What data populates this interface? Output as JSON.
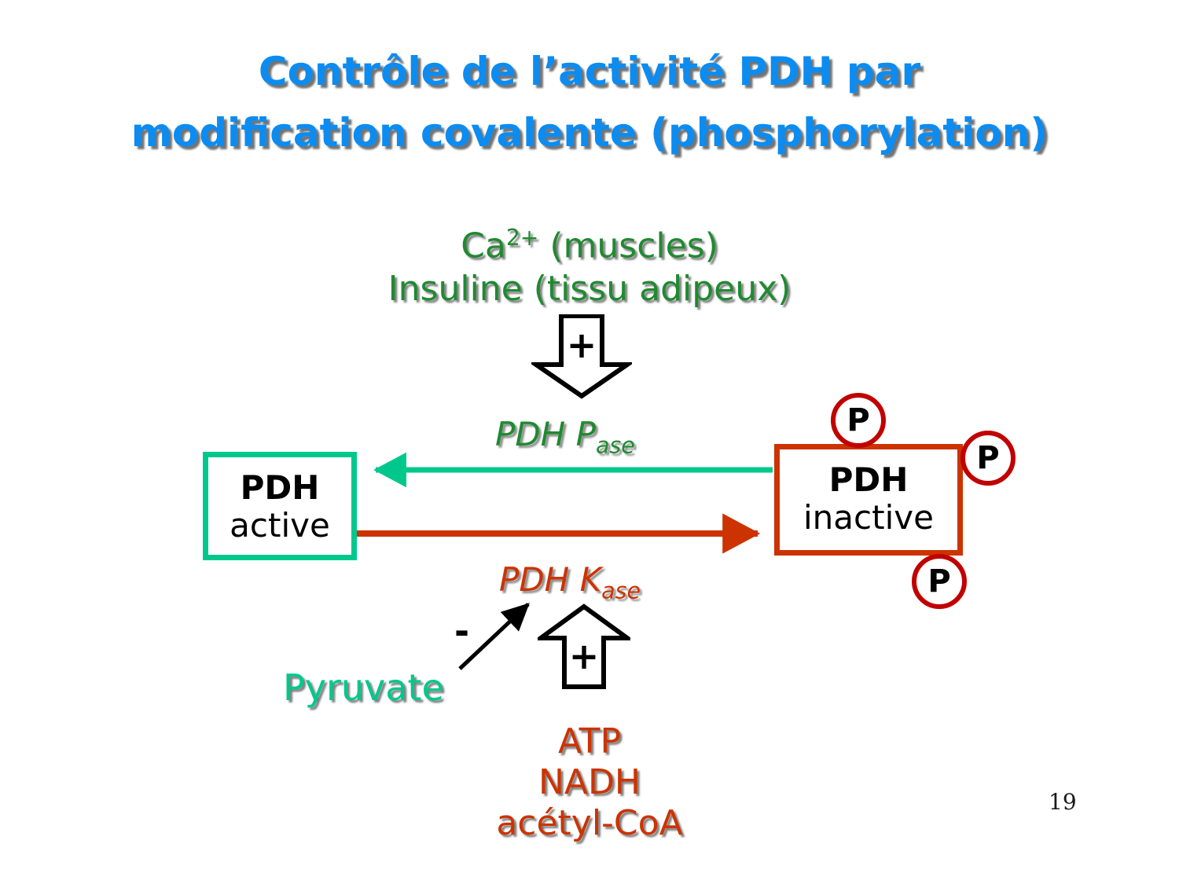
{
  "title": {
    "line1": "Contrôle de l’activité PDH par",
    "line2": "modification covalente (phosphorylation)",
    "color": "#0C8CF0"
  },
  "activators": {
    "line1_prefix": "Ca",
    "line1_charge": "2+",
    "line1_suffix": " (muscles)",
    "line2": "Insuline (tissu adipeux)",
    "color": "#1F8A30",
    "effect_sign": "+"
  },
  "boxes": {
    "active": {
      "name": "PDH",
      "state": "active",
      "border_color": "#00C88C"
    },
    "inactive": {
      "name": "PDH",
      "state": "inactive",
      "border_color": "#CC3300"
    }
  },
  "phosphates": {
    "label": "P",
    "circle_color": "#C10000",
    "count": 3
  },
  "enzymes": {
    "phosphatase": {
      "base": "PDH P",
      "sub": "ase",
      "color": "#1F8A30"
    },
    "kinase": {
      "base": "PDH K",
      "sub": "ase",
      "color": "#CC3300"
    }
  },
  "regulators": {
    "pyruvate": {
      "label": "Pyruvate",
      "sign": "-",
      "color": "#00C88C"
    },
    "inhibitors": {
      "items": [
        "ATP",
        "NADH",
        "acétyl-CoA"
      ],
      "sign": "+",
      "color": "#CC3300"
    }
  },
  "arrows": {
    "dephosphorylation_color": "#00C88C",
    "phosphorylation_color": "#CC3300"
  },
  "footer": {
    "page_number": "19"
  }
}
